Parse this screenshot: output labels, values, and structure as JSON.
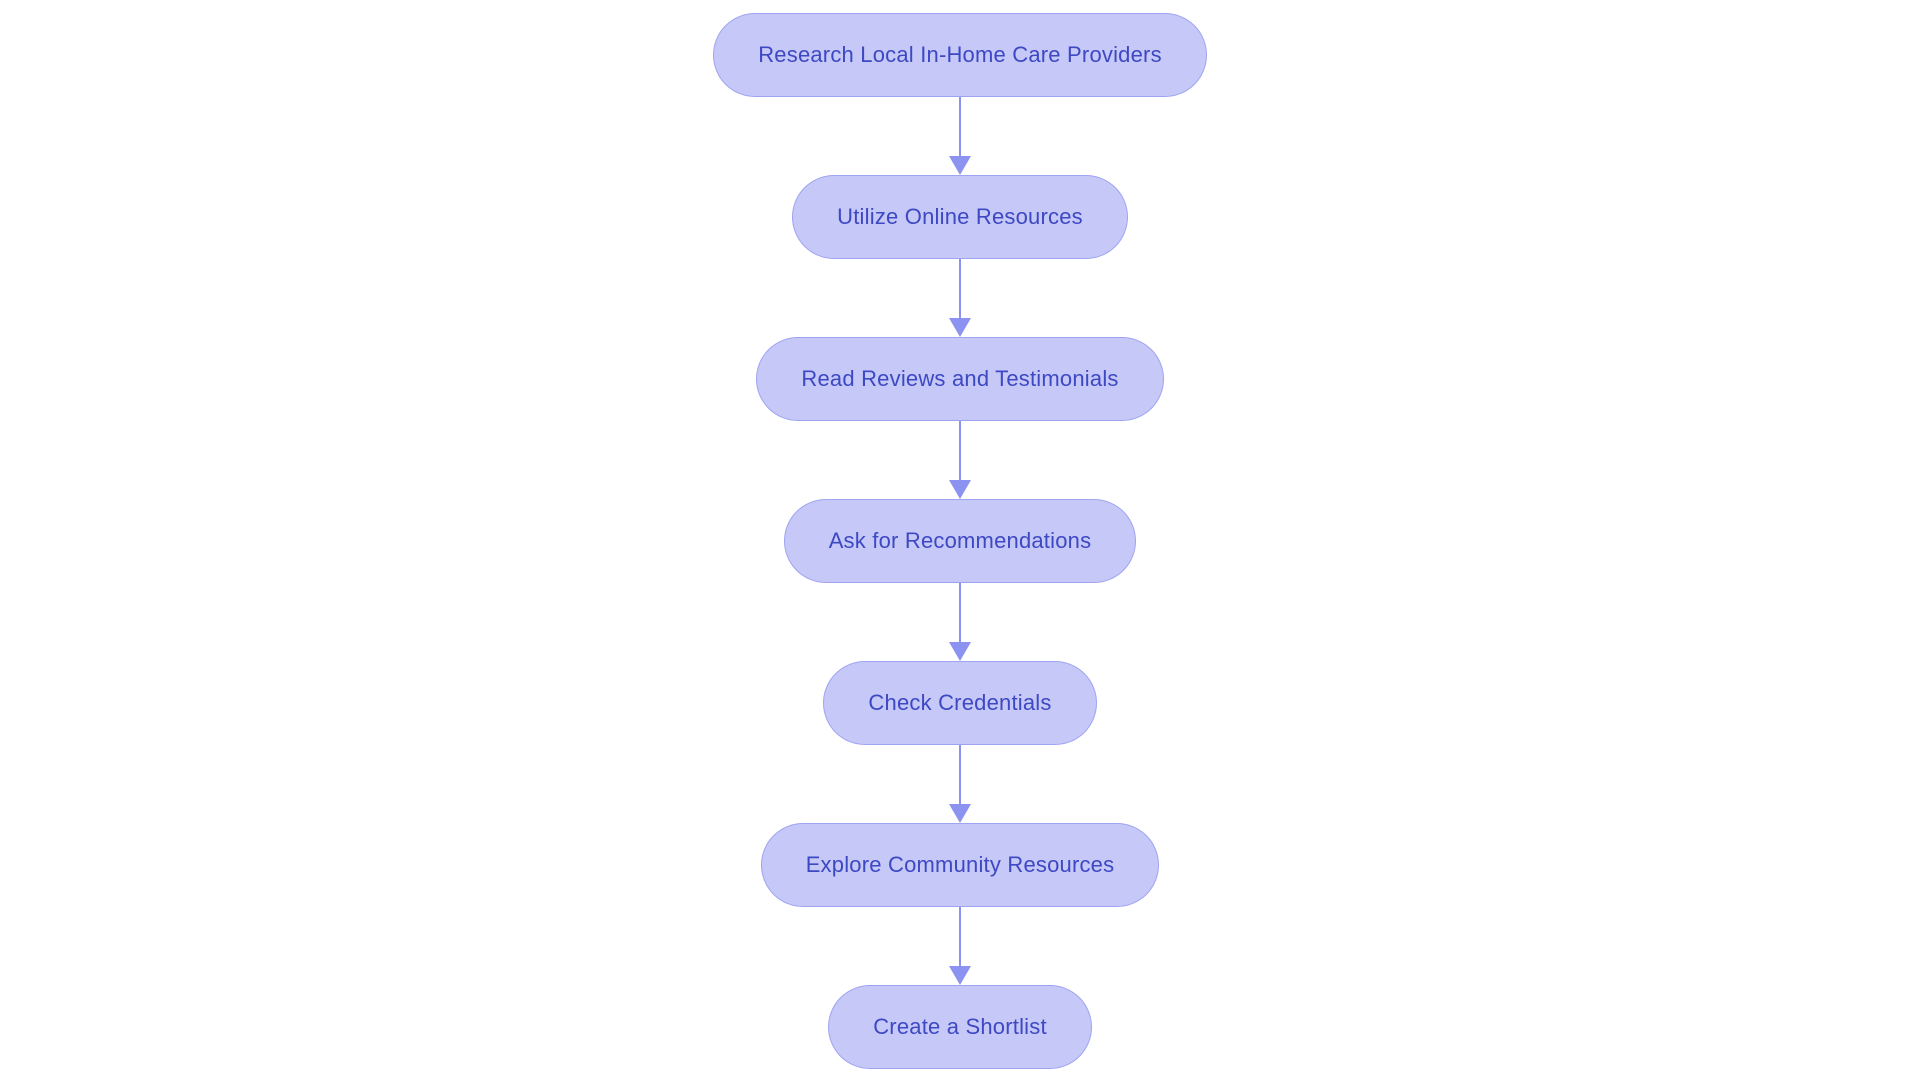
{
  "diagram": {
    "type": "flowchart",
    "direction": "top-down",
    "nodes": [
      {
        "id": "n1",
        "label": "Research Local In-Home Care Providers"
      },
      {
        "id": "n2",
        "label": "Utilize Online Resources"
      },
      {
        "id": "n3",
        "label": "Read Reviews and Testimonials"
      },
      {
        "id": "n4",
        "label": "Ask for Recommendations"
      },
      {
        "id": "n5",
        "label": "Check Credentials"
      },
      {
        "id": "n6",
        "label": "Explore Community Resources"
      },
      {
        "id": "n7",
        "label": "Create a Shortlist"
      }
    ],
    "edges": [
      {
        "from": "n1",
        "to": "n2"
      },
      {
        "from": "n2",
        "to": "n3"
      },
      {
        "from": "n3",
        "to": "n4"
      },
      {
        "from": "n4",
        "to": "n5"
      },
      {
        "from": "n5",
        "to": "n6"
      },
      {
        "from": "n6",
        "to": "n7"
      }
    ],
    "colors": {
      "background": "#ffffff",
      "node_fill": "#c6c8f8",
      "node_border": "#9fa4f1",
      "node_text": "#3d48c3",
      "arrow": "#8c92f0"
    }
  }
}
